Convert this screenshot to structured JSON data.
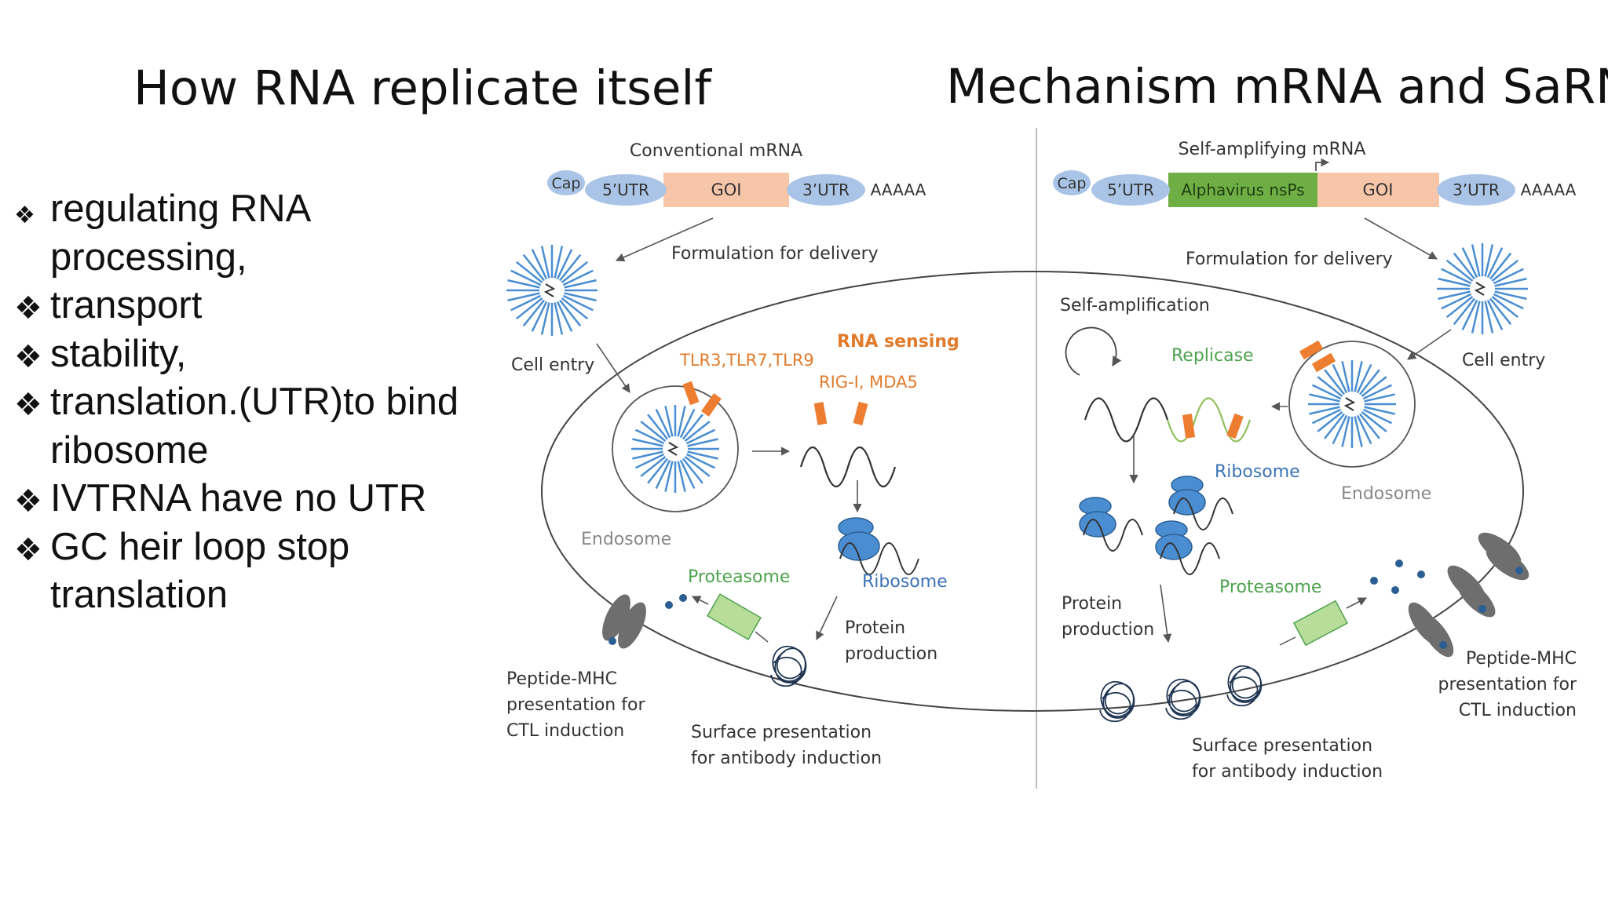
{
  "titles": {
    "left": "How RNA replicate itself",
    "right": "Mechanism mRNA and SaRNA"
  },
  "bullets": [
    {
      "mark": "❖",
      "text": " regulating RNA",
      "cont": "processing,"
    },
    {
      "mark": "❖",
      "text": " transport",
      "cont": ""
    },
    {
      "mark": "❖",
      "text": " stability,",
      "cont": ""
    },
    {
      "mark": "❖",
      "text": " translation.(UTR)to bind",
      "cont": "ribosome"
    },
    {
      "mark": "❖",
      "text": "IVTRNA have no UTR",
      "cont": ""
    },
    {
      "mark": "❖",
      "text": "GC heir loop  stop",
      "cont": "translation"
    }
  ],
  "diagram": {
    "left": {
      "heading": "Conventional mRNA",
      "construct": {
        "cap": "Cap",
        "utr5": "5’UTR",
        "goi": "GOI",
        "utr3": "3’UTR",
        "polya": "AAAAA"
      },
      "formulation": "Formulation for delivery",
      "cell_entry": "Cell entry",
      "endosome": "Endosome",
      "rna_sensing": "RNA sensing",
      "tlr": "TLR3,TLR7,TLR9",
      "rig": "RIG-I, MDA5",
      "ribosome": "Ribosome",
      "proteasome": "Proteasome",
      "protein_line1": "Protein",
      "protein_line2": "production",
      "mhc_line1": "Peptide-MHC",
      "mhc_line2": "presentation for",
      "mhc_line3": "CTL induction",
      "surface_line1": "Surface presentation",
      "surface_line2": "for antibody induction"
    },
    "right": {
      "heading": "Self-amplifying mRNA",
      "construct": {
        "cap": "Cap",
        "utr5": "5’UTR",
        "nsps": "Alphavirus nsPs",
        "goi": "GOI",
        "utr3": "3’UTR",
        "polya": "AAAAA"
      },
      "formulation": "Formulation for delivery",
      "cell_entry": "Cell entry",
      "self_amp": "Self-amplification",
      "replicase": "Replicase",
      "ribosome": "Ribosome",
      "endosome": "Endosome",
      "proteasome": "Proteasome",
      "protein_line1": "Protein",
      "protein_line2": "production",
      "mhc_line1": "Peptide-MHC",
      "mhc_line2": "presentation for",
      "mhc_line3": "CTL induction",
      "surface_line1": "Surface presentation",
      "surface_line2": "for antibody induction"
    },
    "colors": {
      "utr": "#a9c4e6",
      "goi": "#f7c6a8",
      "nsps": "#6fae45",
      "sensor": "#ed7d31",
      "ribosome": "#4a8ed1",
      "proteasome_label": "#4ea34e",
      "sensing_label": "#e07b2c",
      "ribosome_label": "#3b73b5",
      "mhc": "#6e6e6e",
      "text": "#333333"
    }
  }
}
